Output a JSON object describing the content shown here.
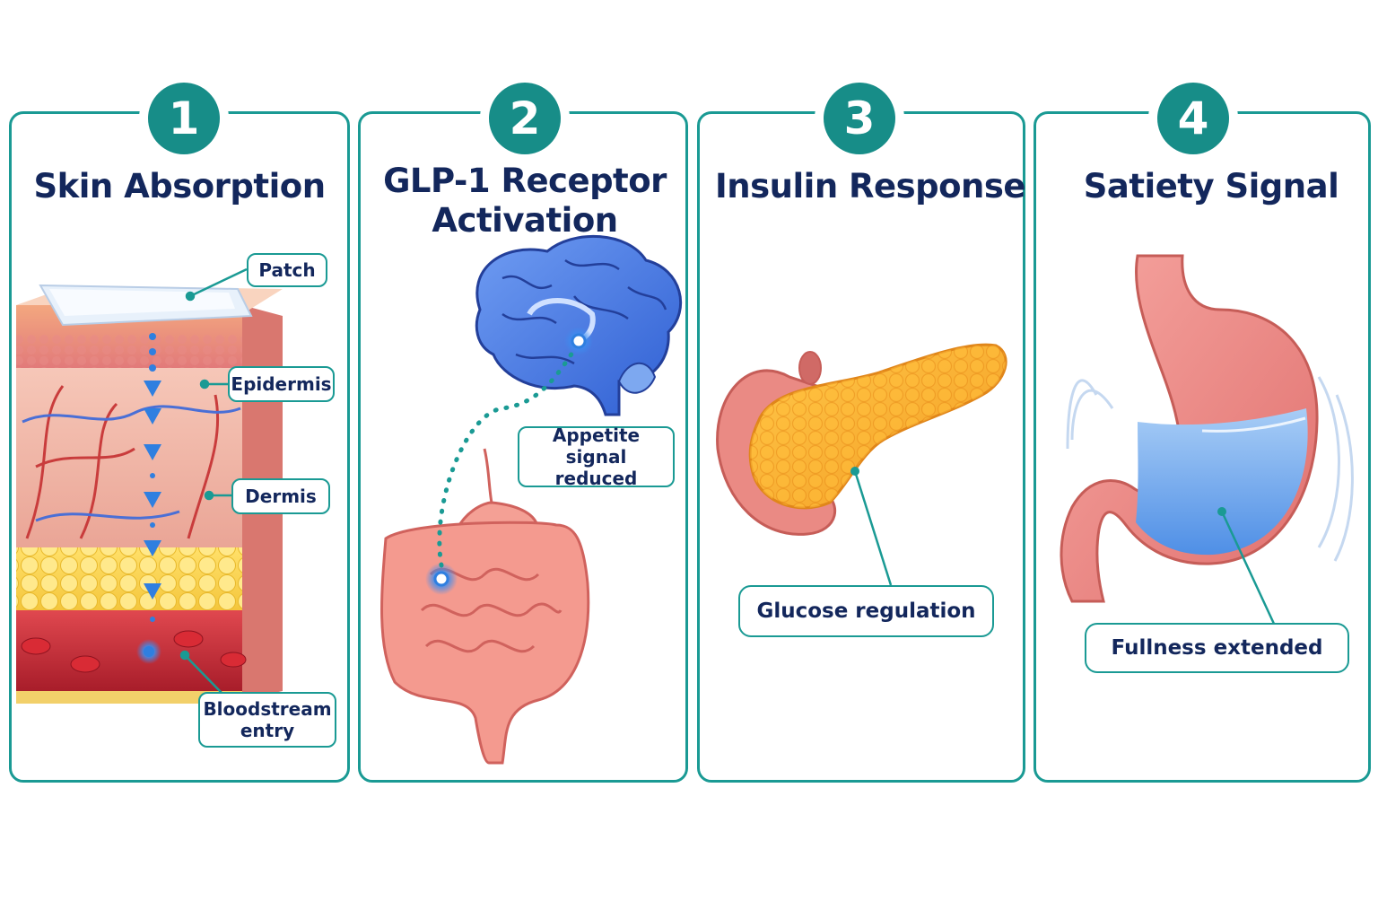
{
  "colors": {
    "accent": "#1a9a94",
    "badge": "#178d88",
    "title_text": "#13275c",
    "signal_blue": "#2f7fe0"
  },
  "panels": [
    {
      "number": "1",
      "title": "Skin Absorption",
      "callouts": [
        "Patch",
        "Epidermis",
        "Dermis",
        "Bloodstream entry"
      ]
    },
    {
      "number": "2",
      "title": "GLP-1 Receptor Activation",
      "callouts": [
        "Appetite signal reduced"
      ]
    },
    {
      "number": "3",
      "title": "Insulin Response",
      "callouts": [
        "Glucose regulation"
      ]
    },
    {
      "number": "4",
      "title": "Satiety Signal",
      "callouts": [
        "Fullness extended"
      ]
    }
  ],
  "icons": [
    "skin-cross-section-icon",
    "brain-icon",
    "intestines-icon",
    "pancreas-icon",
    "stomach-icon"
  ]
}
